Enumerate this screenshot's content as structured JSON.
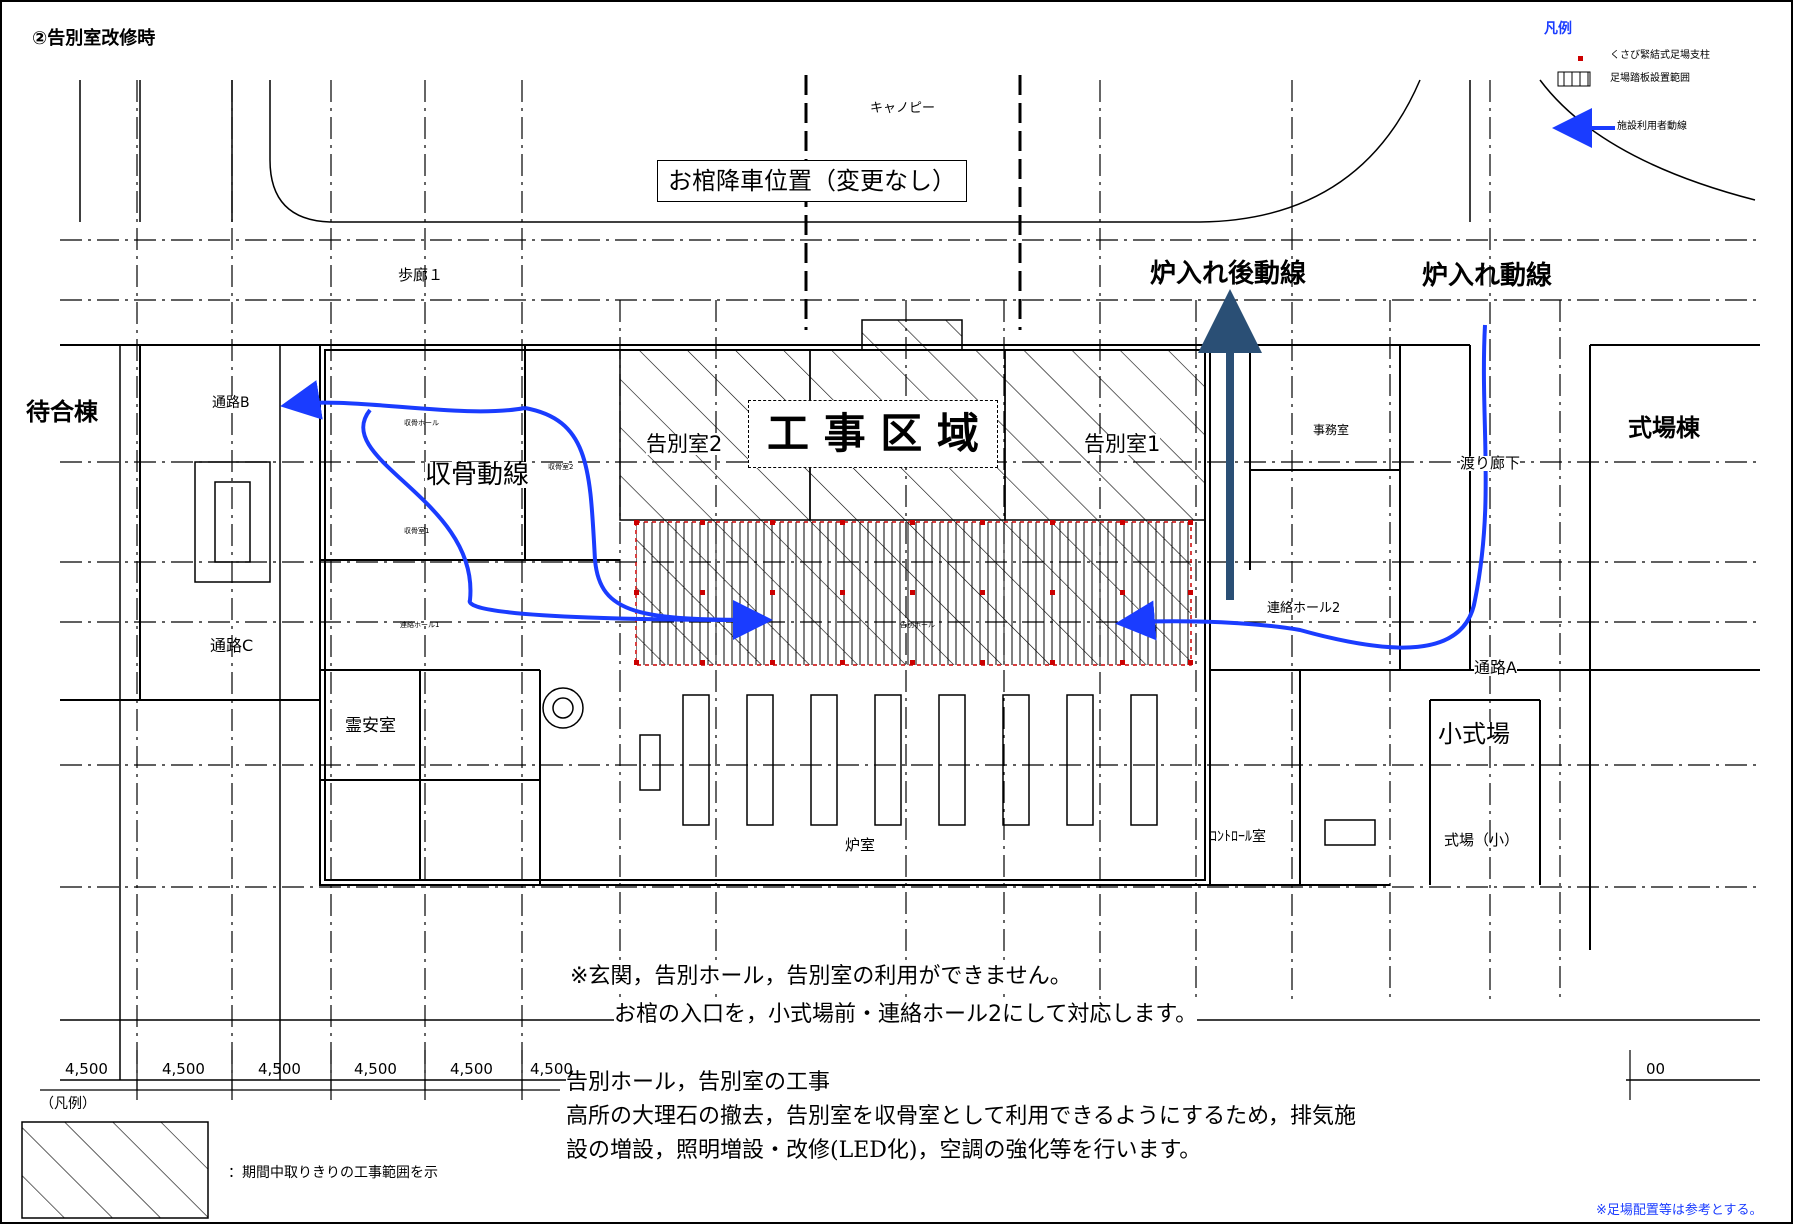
{
  "header": {
    "title": "②告別室改修時"
  },
  "legend": {
    "title": "凡例",
    "items": [
      {
        "label": "くさび緊結式足場支柱",
        "color": "#cc0000"
      },
      {
        "label": "足場踏板設置範囲"
      },
      {
        "label": "施設利用者動線",
        "color": "#1a3cff"
      }
    ]
  },
  "buildings": {
    "left": "待合棟",
    "right": "式場棟"
  },
  "rooms": {
    "canopy": "キャノピー",
    "corridor1": "歩廊１",
    "passage_b": "通路B",
    "passage_c": "通路C",
    "passage_a": "通路A",
    "farewell_room2": "告別室2",
    "farewell_room1": "告別室1",
    "office": "事務室",
    "crossing_corridor": "渡り廊下",
    "connecting_hall2": "連絡ホール2",
    "reian": "霊安室",
    "furnace": "炉室",
    "control": "ｺﾝﾄﾛｰﾙ室",
    "small_ceremony": "小式場",
    "ceremony_small": "式場（小）",
    "tiny_bone_hall": "収骨ホール",
    "tiny_bone_room2": "収骨室2",
    "tiny_bone_room1": "収骨室1",
    "tiny_connect1": "連絡ホール1",
    "tiny_connect_mid": "告別ホール"
  },
  "callouts": {
    "hearse": "お棺降車位置（変更なし）",
    "work_zone": "工 事 区 域",
    "after_furnace_line": "炉入れ後動線",
    "furnace_line": "炉入れ動線",
    "bone_line": "収骨動線"
  },
  "notes": {
    "line1": "※玄関，告別ホール，告別室の利用ができません。",
    "line2": "お棺の入口を，小式場前・連絡ホール2にして対応します。",
    "work_title": "告別ホール，告別室の工事",
    "work_line1": "高所の大理石の撤去，告別室を収骨室として利用できるようにするため，排気施",
    "work_line2": "設の増設，照明増設・改修(LED化)，空調の強化等を行います。",
    "footer": "※足場配置等は参考とする。"
  },
  "dimensions": [
    "4,500",
    "4,500",
    "4,500",
    "4,500",
    "4,500",
    "4,500",
    "00"
  ],
  "bottom_legend": {
    "title": "（凡例）",
    "desc": "：期間中取りきりの工事範囲を示"
  },
  "colors": {
    "route": "#1a3cff",
    "arrow": "#1f4f7a",
    "scaffold": "#cc0000"
  }
}
